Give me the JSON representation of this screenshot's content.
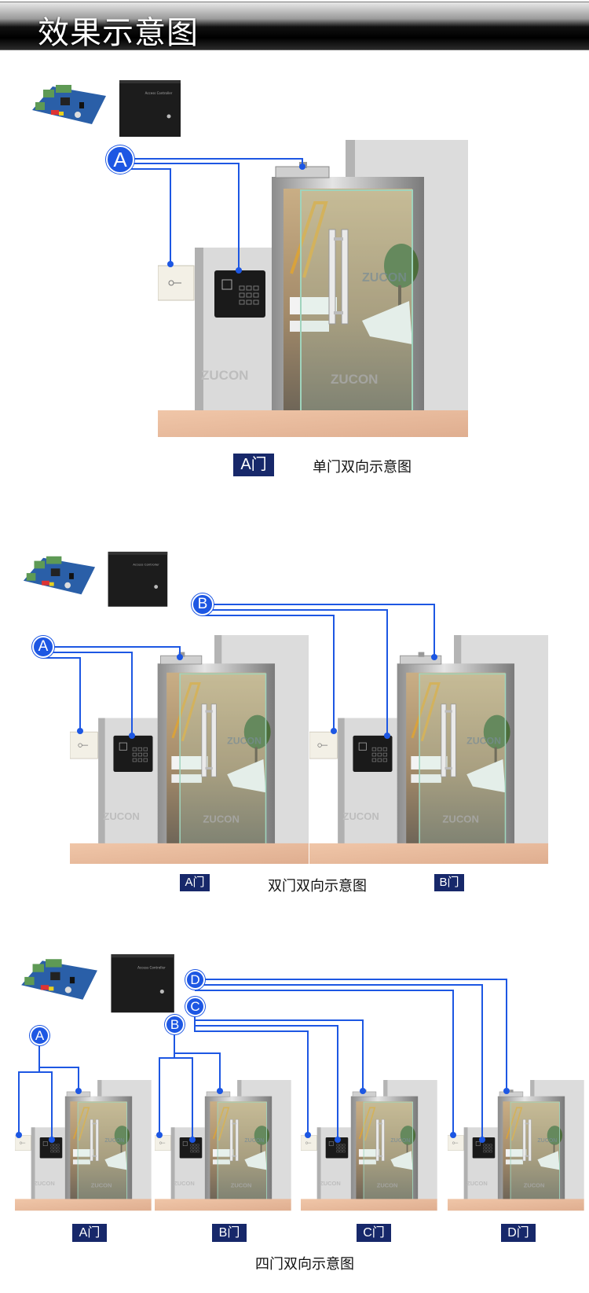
{
  "header": {
    "title": "效果示意图"
  },
  "watermark": "ZUCON",
  "controller_box_text": "Access Controller",
  "sections": [
    {
      "title": "单门双向示意图",
      "doors": [
        "A门"
      ],
      "badges": [
        "A"
      ]
    },
    {
      "title": "双门双向示意图",
      "doors": [
        "A门",
        "B门"
      ],
      "badges": [
        "A",
        "B"
      ]
    },
    {
      "title": "四门双向示意图",
      "doors": [
        "A门",
        "B门",
        "C门",
        "D门"
      ],
      "badges": [
        "A",
        "B",
        "C",
        "D"
      ]
    }
  ],
  "colors": {
    "wire": "#1d57e3",
    "tag": "#17286a"
  }
}
